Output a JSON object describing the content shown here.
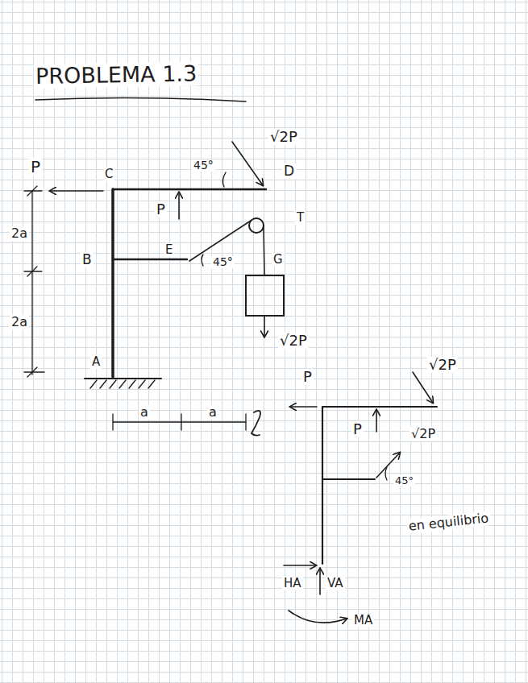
{
  "diagram": {
    "title": "PROBLEMA 1.3",
    "labels": [
      "√2P",
      "45°",
      "P",
      "C",
      "D",
      "P",
      "T",
      "2a",
      "B",
      "E",
      "45°",
      "G",
      "2a",
      "√2P",
      "A",
      "a",
      "a",
      "P",
      "√2P",
      "P",
      "√2P",
      "45°",
      "en equilibrio",
      "HA",
      "VA",
      "MA"
    ]
  }
}
